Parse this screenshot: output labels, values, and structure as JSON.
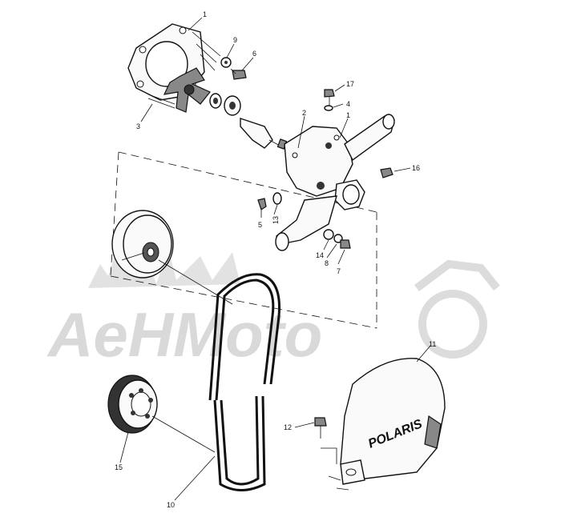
{
  "watermark": "AeHMoto",
  "cover_logo": "POLARIS",
  "callouts": {
    "c1a": "1",
    "c1b": "1",
    "c2": "2",
    "c3": "3",
    "c4": "4",
    "c5": "5",
    "c6": "6",
    "c7": "7",
    "c8": "8",
    "c9": "9",
    "c10": "10",
    "c11": "11",
    "c12": "12",
    "c13": "13",
    "c14": "14",
    "c15": "15",
    "c16": "16",
    "c17": "17"
  }
}
